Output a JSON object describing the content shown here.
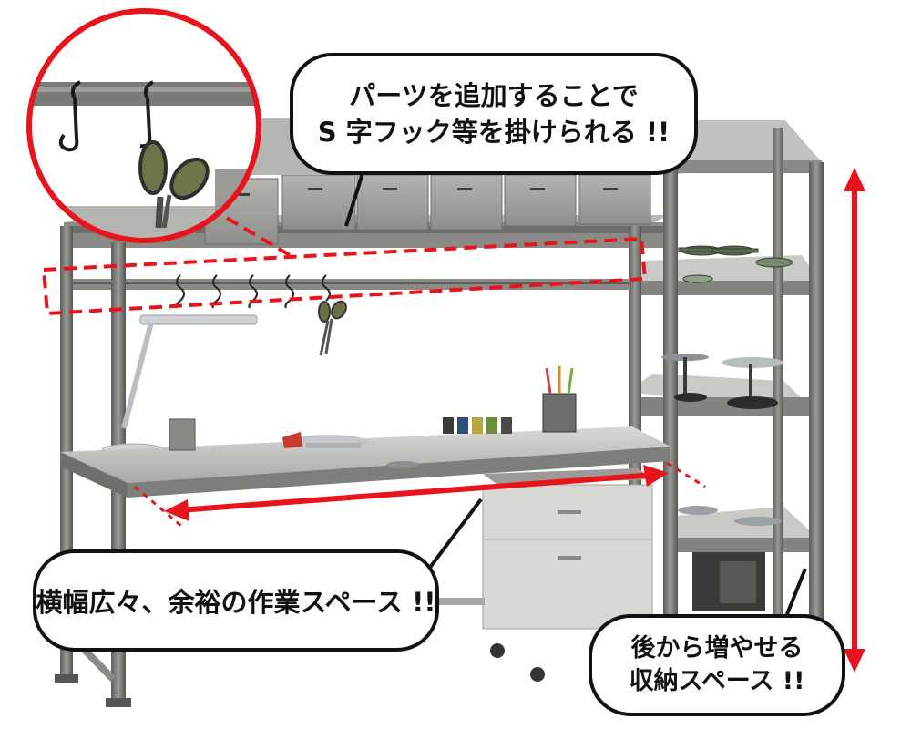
{
  "callouts": {
    "parts_hooks": {
      "line1": "パーツを追加することで",
      "line2": "S 字フック等を掛けられる !!"
    },
    "workspace": {
      "text": "横幅広々、余裕の作業スペース !!"
    },
    "storage": {
      "line1": "後から増やせる",
      "line2": "収納スペース !!"
    }
  },
  "colors": {
    "highlight_red": "#e8141b",
    "frame_gray": "#7c7c78",
    "shelf_gray": "#c9c9c5",
    "box_gray": "#9e9e9a",
    "bubble_border": "#111111"
  },
  "icons": [
    "s-hook-icon",
    "scissors-icon",
    "desk-lamp-icon",
    "airplane-model-icon",
    "pencil-cup-icon",
    "paint-jar-icon"
  ]
}
